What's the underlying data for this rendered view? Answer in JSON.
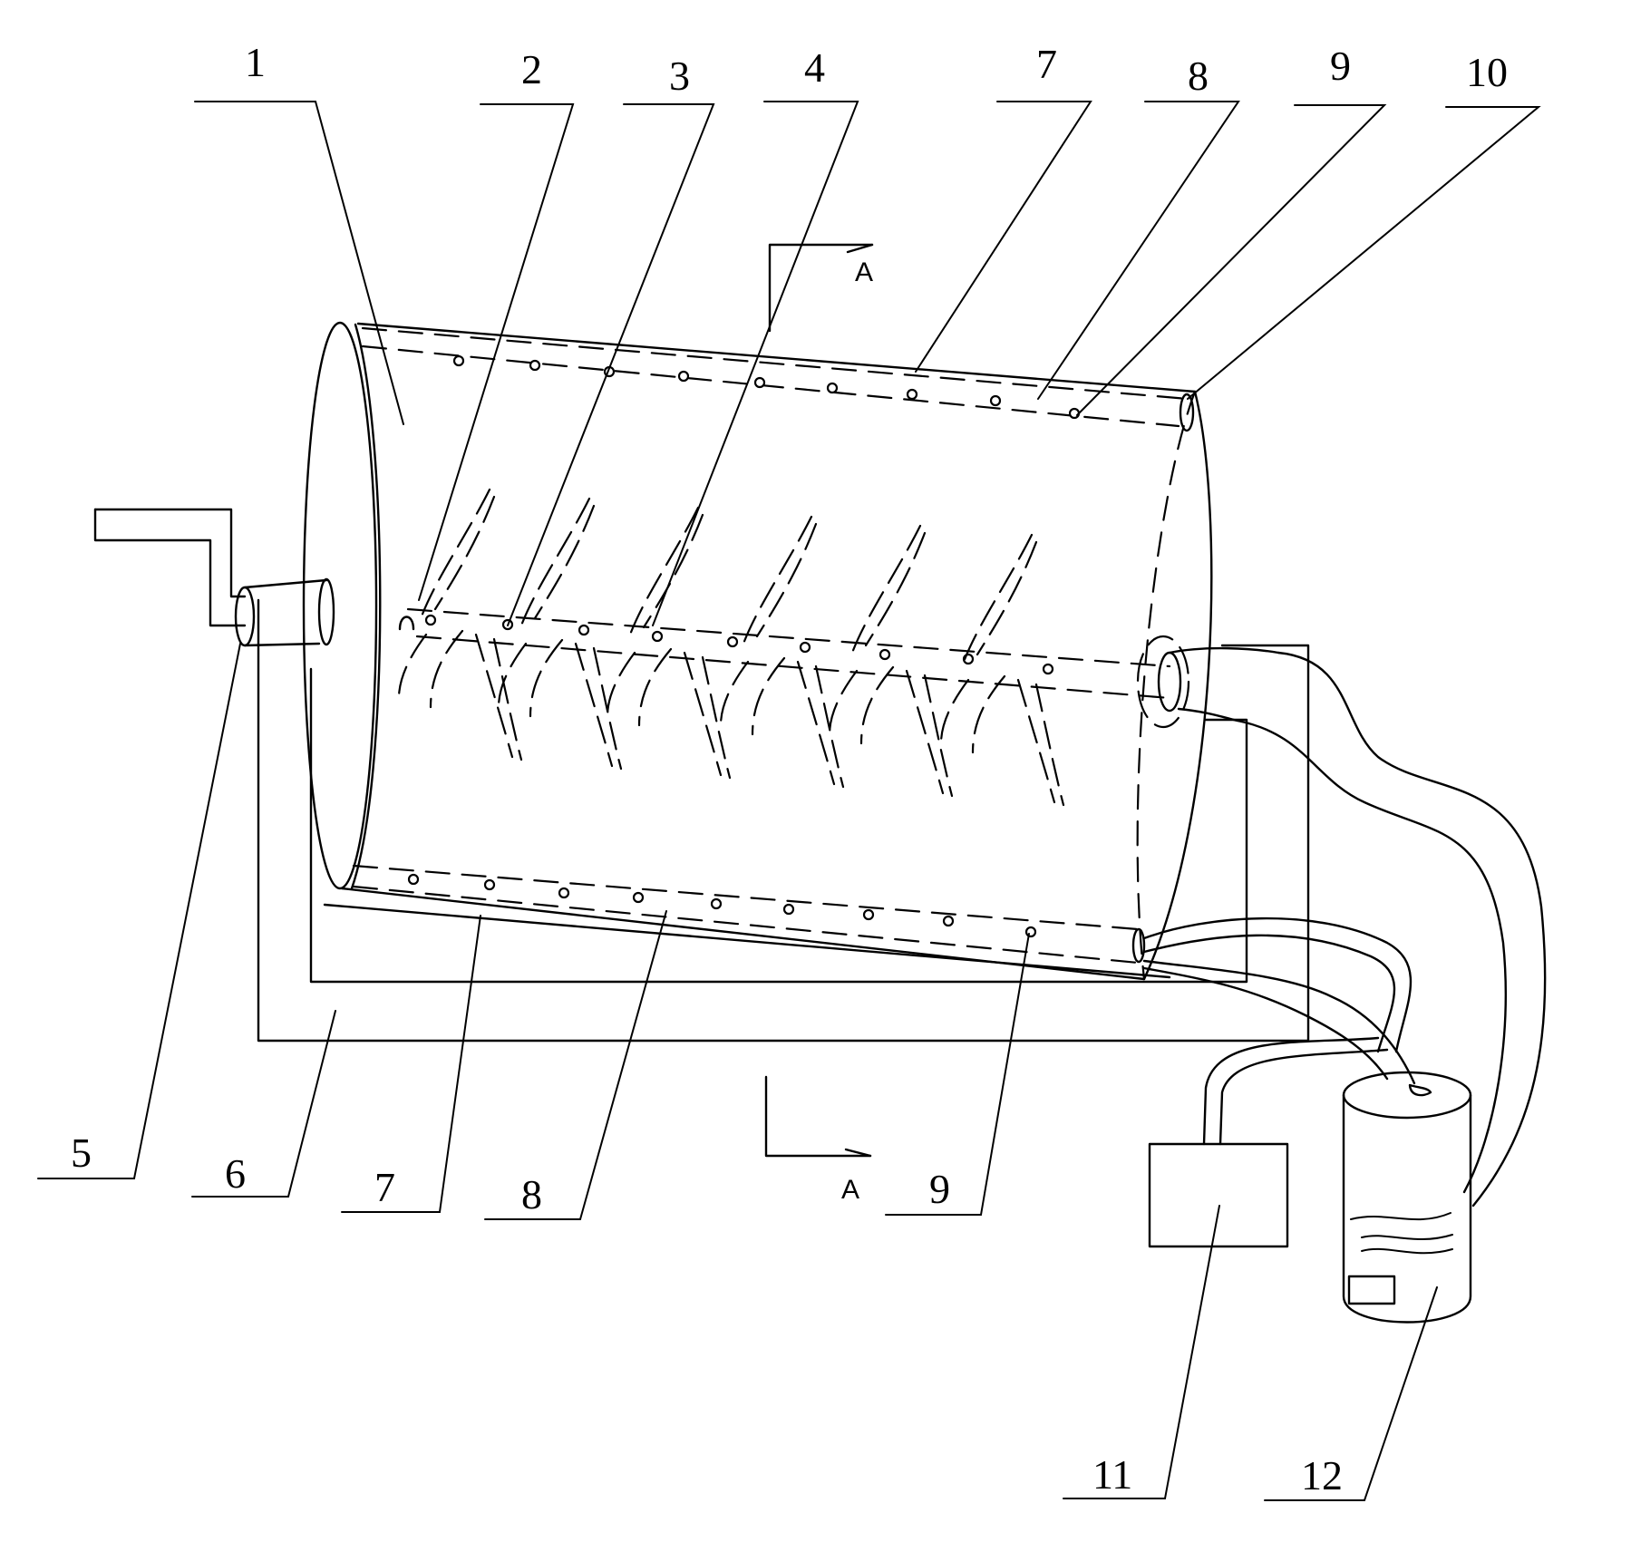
{
  "labels": {
    "l1": "1",
    "l2": "2",
    "l3": "3",
    "l4": "4",
    "l7top": "7",
    "l8top": "8",
    "l9top": "9",
    "l10": "10",
    "l5": "5",
    "l6": "6",
    "l7bot": "7",
    "l8bot": "8",
    "l9bot": "9",
    "l11": "11",
    "l12": "12"
  },
  "section": {
    "top": "A",
    "bottom": "A"
  }
}
